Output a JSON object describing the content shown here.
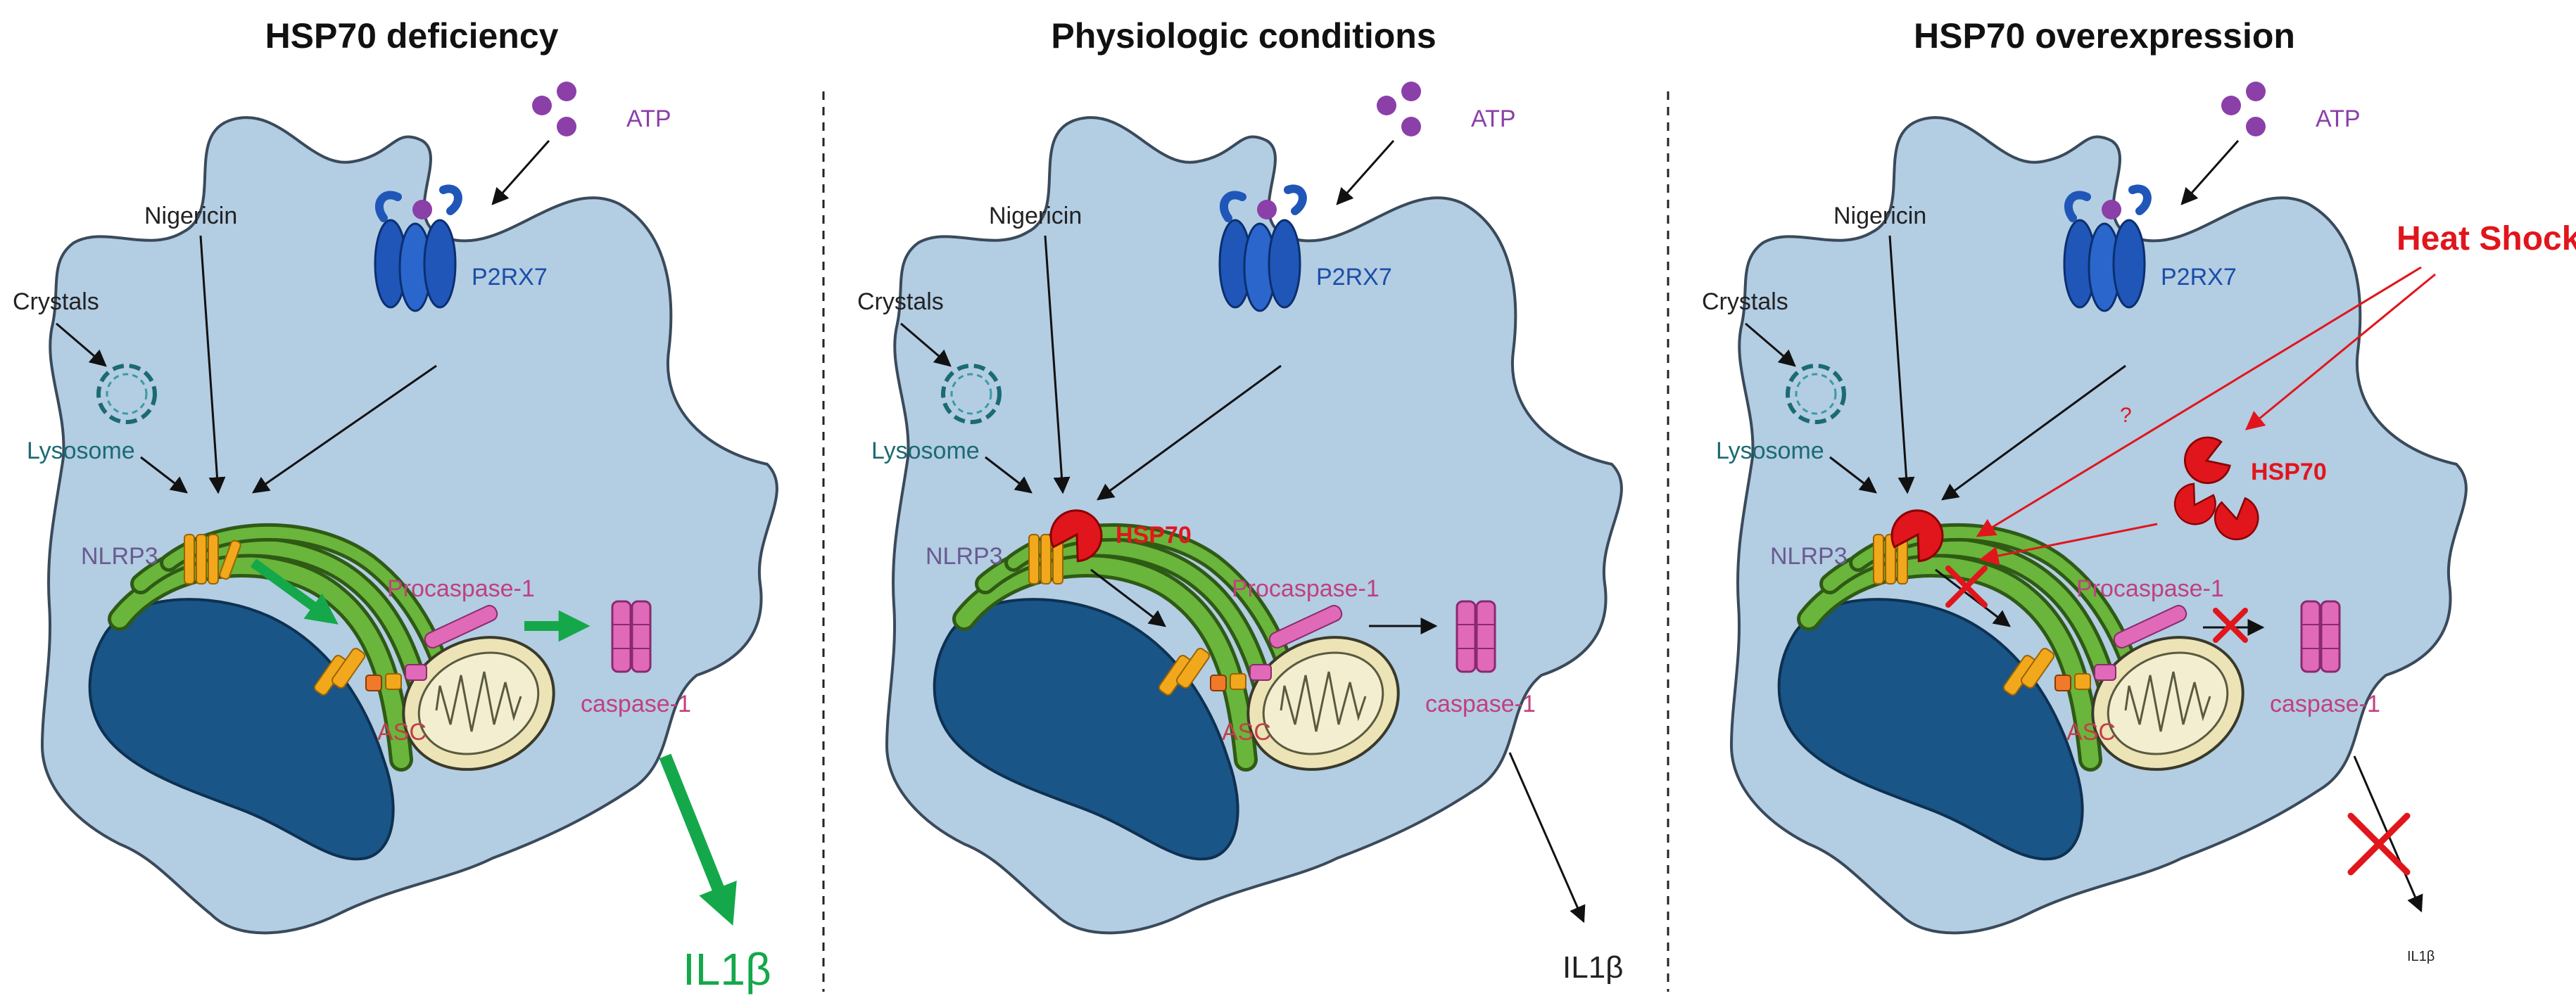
{
  "panels": [
    {
      "title": "HSP70 deficiency",
      "atp": "ATP",
      "nigericin": "Nigericin",
      "crystals": "Crystals",
      "p2rx7": "P2RX7",
      "lysosome": "Lysosome",
      "nlrp3": "NLRP3",
      "procaspase": "Procaspase-1",
      "asc": "ASC",
      "caspase": "caspase-1",
      "il1b": "IL1β"
    },
    {
      "title": "Physiologic conditions",
      "atp": "ATP",
      "nigericin": "Nigericin",
      "crystals": "Crystals",
      "p2rx7": "P2RX7",
      "lysosome": "Lysosome",
      "nlrp3": "NLRP3",
      "hsp70": "HSP70",
      "procaspase": "Procaspase-1",
      "asc": "ASC",
      "caspase": "caspase-1",
      "il1b": "IL1β"
    },
    {
      "title": "HSP70 overexpression",
      "atp": "ATP",
      "nigericin": "Nigericin",
      "crystals": "Crystals",
      "p2rx7": "P2RX7",
      "lysosome": "Lysosome",
      "nlrp3": "NLRP3",
      "hsp70": "HSP70",
      "heat_shock": "Heat Shock",
      "question": "?",
      "procaspase": "Procaspase-1",
      "asc": "ASC",
      "caspase": "caspase-1",
      "il1b": "IL1β"
    }
  ],
  "colors": {
    "cell_fill": "#b3cde3",
    "nucleus": "#1a5587",
    "golgi": "#5a9e2f",
    "mitochondrion": "#ece4b6",
    "receptor": "#1f56b8",
    "atp": "#8b3fa8",
    "nlrp3": "#f2a81d",
    "caspase": "#e06ab8",
    "hsp70": "#e0161c",
    "green_arrow": "#14a84a",
    "red_inhibit": "#e0161c"
  }
}
